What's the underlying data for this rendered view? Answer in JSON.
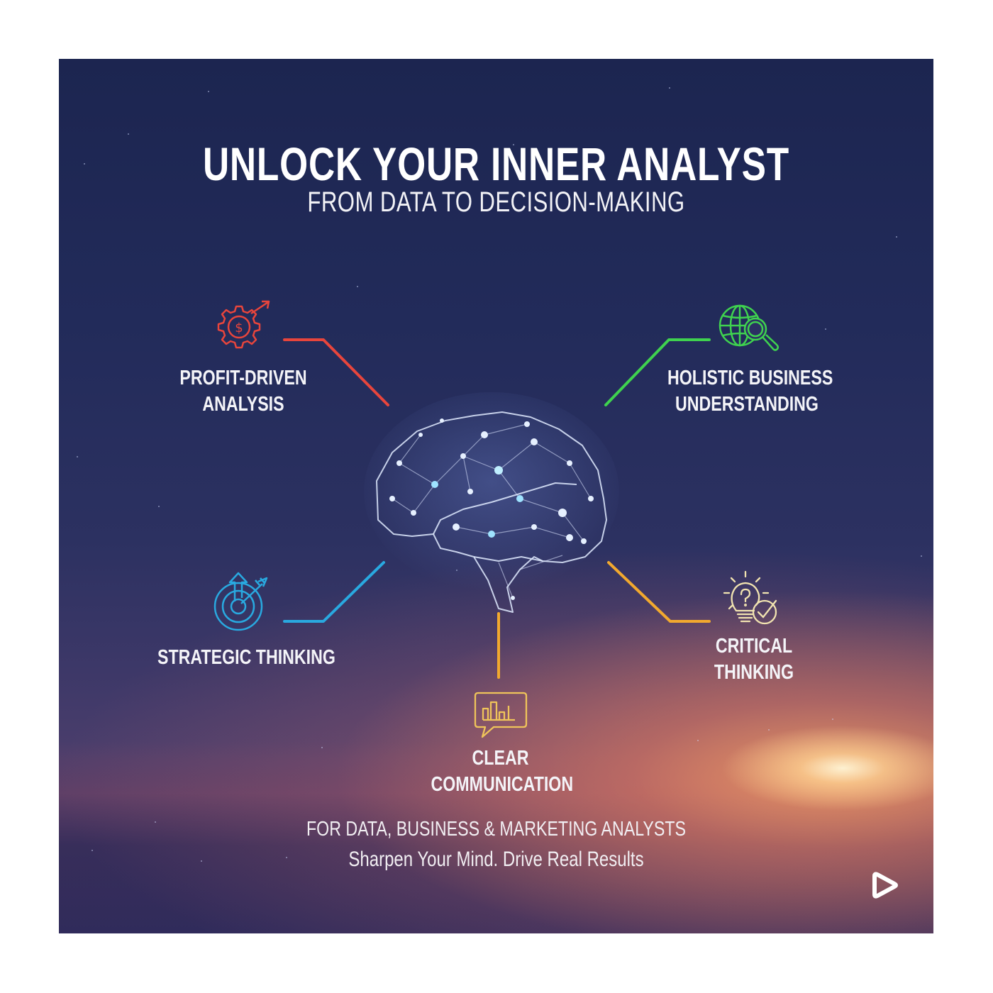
{
  "header": {
    "title": "UNLOCK YOUR INNER ANALYST",
    "subtitle": "FROM DATA TO DECISION-MAKING"
  },
  "center": {
    "icon": "network-brain-icon"
  },
  "skills": [
    {
      "id": "profit",
      "label_line1": "PROFIT-DRIVEN",
      "label_line2": "ANALYSIS",
      "icon": "gear-dollar-arrow-icon",
      "color": "#e8453c"
    },
    {
      "id": "holistic",
      "label_line1": "HOLISTIC BUSINESS",
      "label_line2": "UNDERSTANDING",
      "icon": "globe-magnifier-icon",
      "color": "#3fd24f"
    },
    {
      "id": "strategic",
      "label_line1": "STRATEGIC THINKING",
      "label_line2": "",
      "icon": "target-arrow-icon",
      "color": "#29a9e0"
    },
    {
      "id": "critical",
      "label_line1": "CRITICAL",
      "label_line2": "THINKING",
      "icon": "lightbulb-question-check-icon",
      "color": "#f2a92e"
    },
    {
      "id": "communication",
      "label_line1": "CLEAR",
      "label_line2": "COMMUNICATION",
      "icon": "chat-bar-chart-icon",
      "color": "#f2b23a"
    }
  ],
  "footer": {
    "audience": "FOR DATA, BUSINESS & MARKETING ANALYSTS",
    "tagline": "Sharpen Your Mind. Drive Real Results"
  },
  "play_button": {
    "icon": "play-icon"
  }
}
